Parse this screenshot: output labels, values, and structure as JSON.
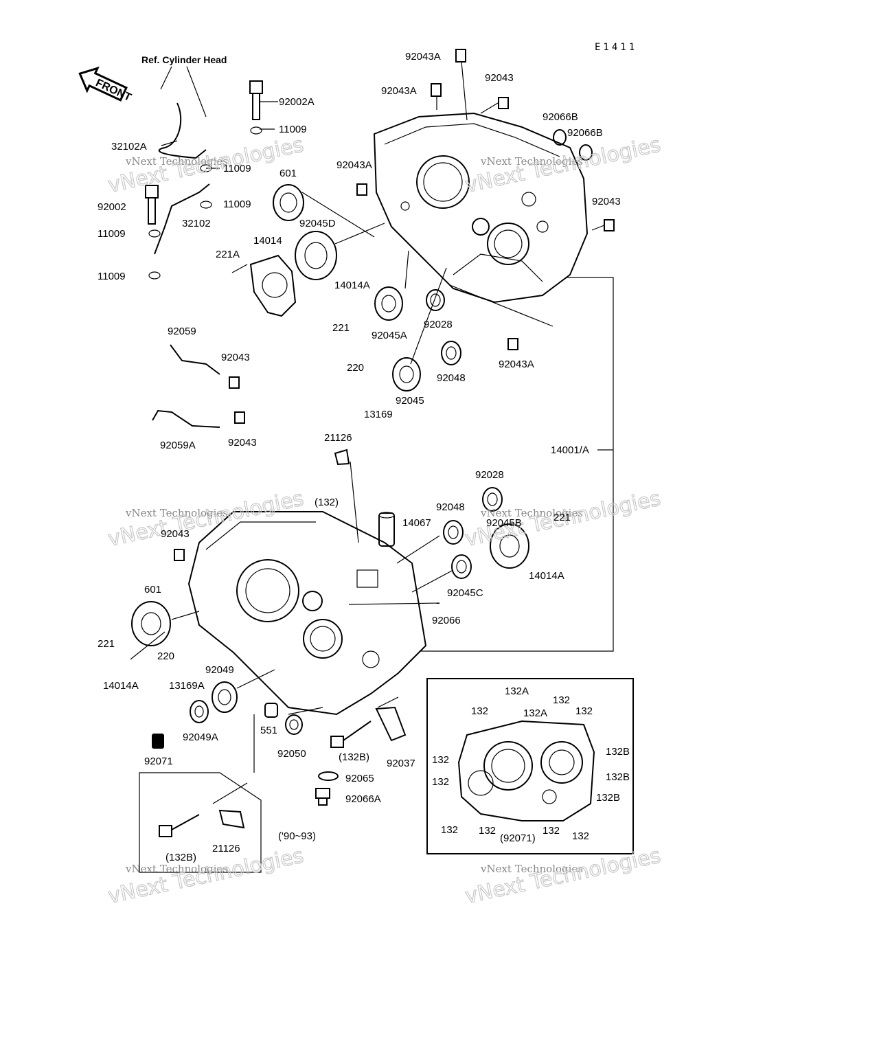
{
  "diagram_code": "E1411",
  "ref_label": "Ref. Cylinder Head",
  "front_label": "FRONT",
  "watermark_line1": "vNext Technologies",
  "watermark_big": "vNext Technologies",
  "year_range": "('90~93)",
  "parts": {
    "p92043A_top": "92043A",
    "p92043A_2": "92043A",
    "p92043_top": "92043",
    "p92002A": "92002A",
    "p11009_a": "11009",
    "p32102A": "32102A",
    "p11009_b": "11009",
    "p92066B_1": "92066B",
    "p92066B_2": "92066B",
    "p601_top": "601",
    "p92043A_3": "92043A",
    "p92002": "92002",
    "p11009_c": "11009",
    "p32102": "32102",
    "p92043_r": "92043",
    "p11009_d": "11009",
    "p14014": "14014",
    "p92045D": "92045D",
    "p221A": "221A",
    "p11009_e": "11009",
    "p14014A_top": "14014A",
    "p221_top": "221",
    "p92028_top": "92028",
    "p92045A": "92045A",
    "p92059": "92059",
    "p92043_mid": "92043",
    "p92043A_mid": "92043A",
    "p220_top": "220",
    "p92048_top": "92048",
    "p92045": "92045",
    "p13169": "13169",
    "p92059A": "92059A",
    "p92043_mid2": "92043",
    "p21126_top": "21126",
    "p14001A": "14001/A",
    "p132_paren": "(132)",
    "p92028_mid": "92028",
    "p92048_mid": "92048",
    "p14067": "14067",
    "p92045B": "92045B",
    "p221_r": "221",
    "p92043_left": "92043",
    "p14014A_r": "14014A",
    "p92045C": "92045C",
    "p601_low": "601",
    "p92066": "92066",
    "p221_low": "221",
    "p220_low": "220",
    "p92049": "92049",
    "p13169A": "13169A",
    "p14014A_low": "14014A",
    "p92049A": "92049A",
    "p551": "551",
    "p92050": "92050",
    "p132B_paren": "(132B)",
    "p92037": "92037",
    "p92071": "92071",
    "p92065": "92065",
    "p92066A": "92066A",
    "p132B_box": "(132B)",
    "p21126_box": "21126",
    "inset": {
      "i132A_1": "132A",
      "i132_1": "132",
      "i132A_2": "132A",
      "i132_2": "132",
      "i132_3": "132",
      "i132B_1": "132B",
      "i132_4": "132",
      "i132B_2": "132B",
      "i132_5": "132",
      "i132B_3": "132B",
      "i132_6": "132",
      "i132_7": "132",
      "i92071": "(92071)",
      "i132_8": "132",
      "i132_9": "132"
    }
  }
}
